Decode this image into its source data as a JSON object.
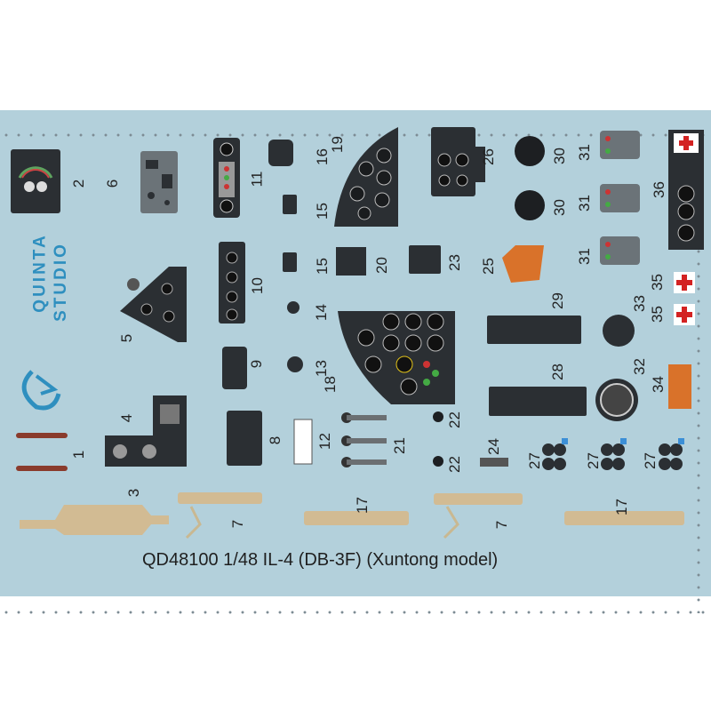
{
  "logo": {
    "line1": "QUINTA",
    "line2": "STUDIO"
  },
  "caption": "QD48100 1/48 IL-4 (DB-3F) (Xuntong model)",
  "colors": {
    "sheet": "#b3d0db",
    "panel": "#2b2f33",
    "accent_orange": "#d9722a",
    "red_cross": "#d32222",
    "belt": "#d2bb93",
    "logo": "#2e8fbf"
  },
  "labels": [
    {
      "id": "n1",
      "text": "1"
    },
    {
      "id": "n2",
      "text": "2"
    },
    {
      "id": "n3",
      "text": "3"
    },
    {
      "id": "n4",
      "text": "4"
    },
    {
      "id": "n5",
      "text": "5"
    },
    {
      "id": "n6",
      "text": "6"
    },
    {
      "id": "n7a",
      "text": "7"
    },
    {
      "id": "n7b",
      "text": "7"
    },
    {
      "id": "n8",
      "text": "8"
    },
    {
      "id": "n9",
      "text": "9"
    },
    {
      "id": "n10",
      "text": "10"
    },
    {
      "id": "n11",
      "text": "11"
    },
    {
      "id": "n12",
      "text": "12"
    },
    {
      "id": "n13",
      "text": "13"
    },
    {
      "id": "n14",
      "text": "14"
    },
    {
      "id": "n15a",
      "text": "15"
    },
    {
      "id": "n15b",
      "text": "15"
    },
    {
      "id": "n16",
      "text": "16"
    },
    {
      "id": "n17a",
      "text": "17"
    },
    {
      "id": "n17b",
      "text": "17"
    },
    {
      "id": "n18",
      "text": "18"
    },
    {
      "id": "n19",
      "text": "19"
    },
    {
      "id": "n20",
      "text": "20"
    },
    {
      "id": "n21",
      "text": "21"
    },
    {
      "id": "n22a",
      "text": "22"
    },
    {
      "id": "n22b",
      "text": "22"
    },
    {
      "id": "n23",
      "text": "23"
    },
    {
      "id": "n24",
      "text": "24"
    },
    {
      "id": "n25",
      "text": "25"
    },
    {
      "id": "n26",
      "text": "26"
    },
    {
      "id": "n27a",
      "text": "27"
    },
    {
      "id": "n27b",
      "text": "27"
    },
    {
      "id": "n27c",
      "text": "27"
    },
    {
      "id": "n28",
      "text": "28"
    },
    {
      "id": "n29",
      "text": "29"
    },
    {
      "id": "n30a",
      "text": "30"
    },
    {
      "id": "n30b",
      "text": "30"
    },
    {
      "id": "n31a",
      "text": "31"
    },
    {
      "id": "n31b",
      "text": "31"
    },
    {
      "id": "n31c",
      "text": "31"
    },
    {
      "id": "n32",
      "text": "32"
    },
    {
      "id": "n33",
      "text": "33"
    },
    {
      "id": "n34",
      "text": "34"
    },
    {
      "id": "n35a",
      "text": "35"
    },
    {
      "id": "n35b",
      "text": "35"
    },
    {
      "id": "n36",
      "text": "36"
    }
  ]
}
